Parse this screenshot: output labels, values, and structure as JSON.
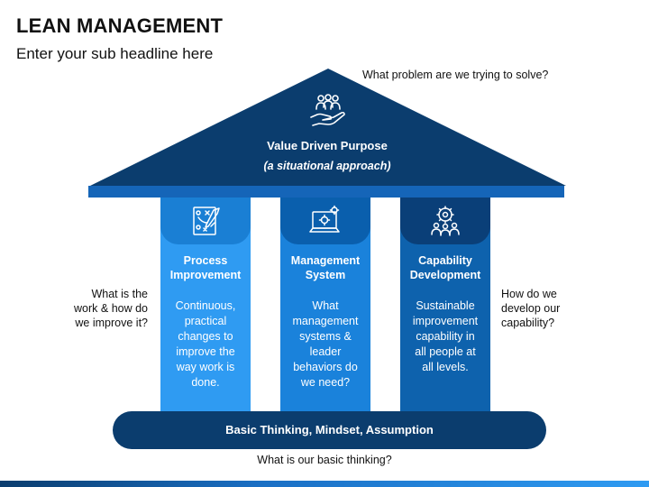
{
  "header": {
    "title": "LEAN MANAGEMENT",
    "subtitle": "Enter your sub headline here"
  },
  "questions": {
    "top": "What problem are we trying to solve?",
    "left": [
      "What is the",
      "work & how do",
      "we improve it?"
    ],
    "right": [
      "How do we",
      "develop our",
      "capability?"
    ],
    "bottom": "What is our basic thinking?"
  },
  "roof": {
    "title": "Value Driven Purpose",
    "subtitle": "(a situational approach)",
    "icon": "people-in-hand-icon"
  },
  "pillars": [
    {
      "title": [
        "Process",
        "Improvement"
      ],
      "description": [
        "Continuous,",
        "practical",
        "changes to",
        "improve the",
        "way work is",
        "done."
      ],
      "icon": "strategy-board-icon"
    },
    {
      "title": [
        "Management",
        "System"
      ],
      "description": [
        "What",
        "management",
        "systems &",
        "leader",
        "behaviors do",
        "we need?"
      ],
      "icon": "computer-gear-icon"
    },
    {
      "title": [
        "Capability",
        "Development"
      ],
      "description": [
        "Sustainable",
        "improvement",
        "capability in",
        "all people at",
        "all levels."
      ],
      "icon": "people-gear-icon"
    }
  ],
  "base": {
    "label": "Basic Thinking, Mindset, Assumption"
  },
  "colors": {
    "roof": "#0b3d6e",
    "pillar_1": "#2f9bf2",
    "pillar_2": "#1a82db",
    "pillar_3": "#0e62ad",
    "base": "#0b3d6e"
  }
}
